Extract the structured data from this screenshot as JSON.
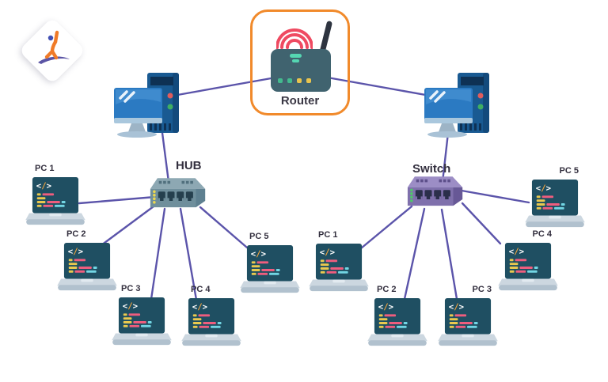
{
  "topology_labels": {
    "router": "Router",
    "hub": "HUB",
    "switch": "Switch"
  },
  "left_pcs": [
    "PC 1",
    "PC 2",
    "PC 3",
    "PC 4",
    "PC 5"
  ],
  "right_pcs": [
    "PC 1",
    "PC 2",
    "PC 3",
    "PC 4",
    "PC 5"
  ],
  "icons": {
    "logo": "intellipaat-logo",
    "router": "wifi-router-icon",
    "hub": "network-hub-icon",
    "switch": "network-switch-icon",
    "computer": "desktop-computer-icon",
    "pc": "laptop-code-icon"
  },
  "colors": {
    "connection_line": "#5b54aa",
    "router_highlight_box": "#f18a2b",
    "router_body": "#40636f",
    "wifi_waves": "#ef4a61",
    "hub_body": "#6f8f9c",
    "switch_body": "#7f70ac",
    "laptop_screen": "#1f4f62",
    "monitor_blue": "#2b7ac2",
    "label_text": "#332f3e"
  },
  "connections": [
    {
      "from": "Router",
      "to": "Computer (left)"
    },
    {
      "from": "Router",
      "to": "Computer (right)"
    },
    {
      "from": "Computer (left)",
      "to": "HUB"
    },
    {
      "from": "Computer (right)",
      "to": "Switch"
    },
    {
      "from": "HUB",
      "to": "PC 1"
    },
    {
      "from": "HUB",
      "to": "PC 2"
    },
    {
      "from": "HUB",
      "to": "PC 3"
    },
    {
      "from": "HUB",
      "to": "PC 4"
    },
    {
      "from": "HUB",
      "to": "PC 5"
    },
    {
      "from": "Switch",
      "to": "PC 1"
    },
    {
      "from": "Switch",
      "to": "PC 2"
    },
    {
      "from": "Switch",
      "to": "PC 3"
    },
    {
      "from": "Switch",
      "to": "PC 4"
    },
    {
      "from": "Switch",
      "to": "PC 5"
    }
  ]
}
